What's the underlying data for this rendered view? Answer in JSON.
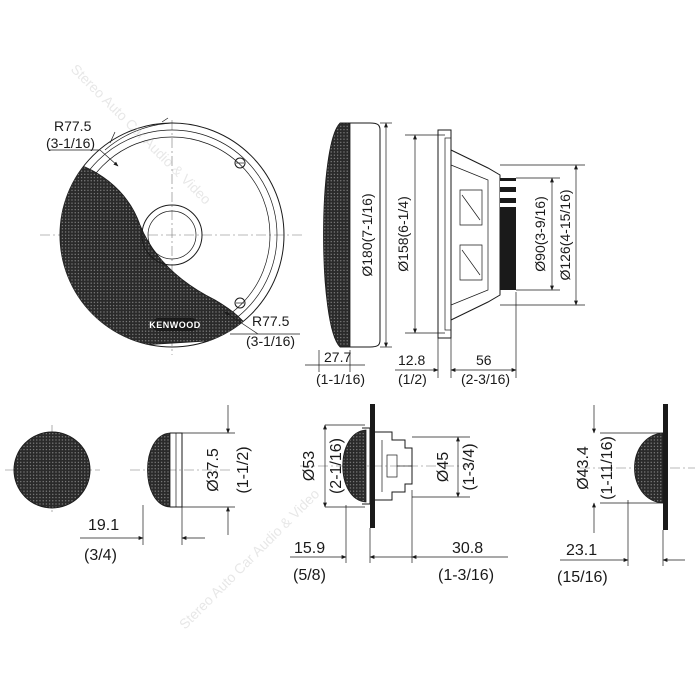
{
  "brand": "KENWOOD",
  "watermark": "Stereo Auto Car Audio & Video",
  "woofer_front": {
    "radius_top": {
      "value": "R77.5",
      "inch": "(3-1/16)"
    },
    "radius_bottom": {
      "value": "R77.5",
      "inch": "(3-1/16)"
    }
  },
  "woofer_side": {
    "outer_diameter": "Ø180(7-1/16)",
    "depth": {
      "value": "27.7",
      "inch": "(1-1/16)"
    }
  },
  "woofer_profile": {
    "cutout_diameter": "Ø158(6-1/4)",
    "magnet_diameter": "Ø90(3-9/16)",
    "frame_diameter": "Ø126(4-15/16)",
    "flange": {
      "value": "12.8",
      "inch": "(1/2)"
    },
    "mount_depth": {
      "value": "56",
      "inch": "(2-3/16)"
    }
  },
  "tweeter_side": {
    "diameter": {
      "value": "Ø37.5",
      "inch": "(1-1/2)"
    },
    "depth": {
      "value": "19.1",
      "inch": "(3/4)"
    }
  },
  "tweeter_flush": {
    "outer_diameter": {
      "value": "Ø53",
      "inch": "(2-1/16)"
    },
    "cutout_diameter": {
      "value": "Ø45",
      "inch": "(1-3/4)"
    },
    "front_depth": {
      "value": "15.9",
      "inch": "(5/8)"
    },
    "rear_depth": {
      "value": "30.8",
      "inch": "(1-3/16)"
    }
  },
  "tweeter_surface": {
    "diameter": {
      "value": "Ø43.4",
      "inch": "(1-11/16)"
    },
    "depth": {
      "value": "23.1",
      "inch": "(15/16)"
    }
  },
  "colors": {
    "line": "#1a1a1a",
    "grille": "#2a2a2a",
    "background": "#ffffff"
  }
}
